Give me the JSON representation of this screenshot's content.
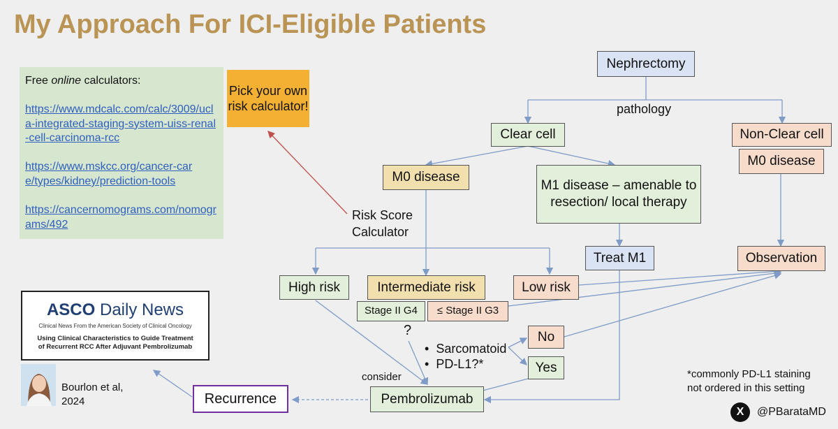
{
  "title": "My Approach For ICI-Eligible Patients",
  "calculators": {
    "heading_prefix": "Free ",
    "heading_em": "online",
    "heading_suffix": " calculators:",
    "links": [
      "https://www.mdcalc.com/calc/3009/ucla-integrated-staging-system-uiss-renal-cell-carcinoma-rcc",
      "https://www.mskcc.org/cancer-care/types/kidney/prediction-tools",
      "https://cancernomograms.com/nomograms/492"
    ]
  },
  "pick_box": "Pick your own risk calculator!",
  "risk_score_label": "Risk Score Calculator",
  "nodes": {
    "nephrectomy": "Nephrectomy",
    "pathology": "pathology",
    "clear_cell": "Clear cell",
    "non_clear_cell": "Non-Clear cell",
    "m0_disease": "M0 disease",
    "m0_disease_nc": "M0 disease",
    "m1_disease": "M1 disease – amenable to resection/ local therapy",
    "treat_m1": "Treat M1",
    "observation": "Observation",
    "high_risk": "High risk",
    "intermediate_risk": "Intermediate risk",
    "low_risk": "Low risk",
    "stage_ii_g4": "Stage II G4",
    "stage_ii_g3": "≤ Stage II G3",
    "question": "?",
    "sarcomatoid": "Sarcomatoid",
    "pdl1": "PD-L1?*",
    "no": "No",
    "yes": "Yes",
    "consider": "consider",
    "pembrolizumab": "Pembrolizumab",
    "recurrence": "Recurrence"
  },
  "asco": {
    "brand_bold": "ASCO",
    "brand_rest": " Daily News",
    "subtitle": "Clinical News From the American Society of Clinical Oncology",
    "headline": "Using Clinical Characteristics to Guide Treatment of Recurrent RCC After Adjuvant Pembrolizumab"
  },
  "citation": "Bourlon et al, 2024",
  "footnote": "*commonly PD-L1 staining not ordered in this setting",
  "twitter_handle": "@PBarataMD",
  "colors": {
    "title": "#b99454",
    "blue_box": "#dae3f3",
    "green_box": "#e2efda",
    "tan_box": "#f2dfae",
    "peach_box": "#f8dccb",
    "pick_box": "#f4b032",
    "recurrence_border": "#7030a0",
    "arrow": "#7f9cc9",
    "red_arrow": "#c0504d"
  }
}
